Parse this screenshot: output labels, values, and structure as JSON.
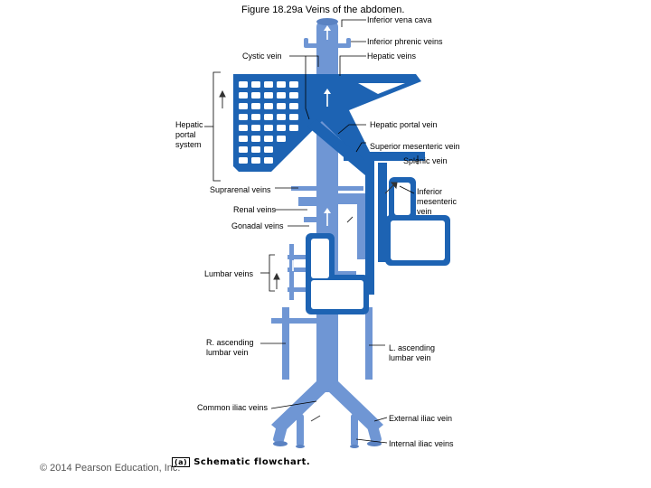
{
  "title": "Figure 18.29a  Veins of the abdomen.",
  "caption": {
    "tag": "(a)",
    "text": "Schematic flowchart."
  },
  "copyright": "© 2014 Pearson Education, Inc.",
  "labels": {
    "inferior_vena_cava": "Inferior vena cava",
    "inferior_phrenic_veins": "Inferior phrenic veins",
    "hepatic_veins": "Hepatic veins",
    "cystic_vein": "Cystic vein",
    "hepatic_portal_system": "Hepatic\nportal\nsystem",
    "hepatic_portal_vein": "Hepatic portal vein",
    "superior_mesenteric_vein": "Superior mesenteric vein",
    "splenic_vein": "Splenic vein",
    "suprarenal_veins": "Suprarenal veins",
    "inferior_mesenteric_vein": "Inferior\nmesenteric\nvein",
    "renal_veins": "Renal veins",
    "gonadal_veins": "Gonadal veins",
    "lumbar_veins": "Lumbar veins",
    "r_ascending_lumbar_vein": "R. ascending\nlumbar vein",
    "l_ascending_lumbar_vein": "L. ascending\nlumbar vein",
    "common_iliac_veins": "Common iliac veins",
    "external_iliac_vein": "External iliac vein",
    "internal_iliac_veins": "Internal iliac veins"
  },
  "colors": {
    "systemic_vein": "#6f96d4",
    "portal_vein": "#1d63b3",
    "leader_line": "#000000",
    "arrow": "#333333"
  }
}
